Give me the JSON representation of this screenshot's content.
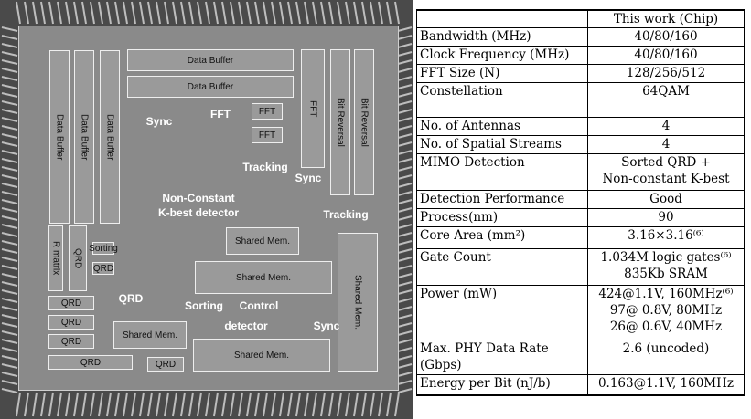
{
  "floorplan": {
    "blocks": {
      "data_buffer": "Data Buffer",
      "fft": "FFT",
      "bit_reversal": "Bit Reversal",
      "sync": "Sync",
      "tracking": "Tracking",
      "kbest": "Non-Constant\nK-best detector",
      "shared_mem": "Shared Mem.",
      "r_matrix": "R matrix",
      "qrd": "QRD",
      "sorting": "Sorting",
      "control": "Control",
      "detector": "detector"
    }
  },
  "table": {
    "header": "This work (Chip)",
    "rows": [
      {
        "label": "Bandwidth (MHz)",
        "value": "40/80/160"
      },
      {
        "label": "Clock Frequency (MHz)",
        "value": "40/80/160"
      },
      {
        "label": "FFT Size (N)",
        "value": "128/256/512"
      },
      {
        "label": "Constellation",
        "value": "64QAM"
      },
      {
        "label": "No. of Antennas",
        "value": "4"
      },
      {
        "label": "No. of Spatial Streams",
        "value": "4"
      },
      {
        "label": "MIMO Detection",
        "value": "Sorted QRD +\nNon-constant K-best"
      },
      {
        "label": "Detection Performance",
        "value": "Good"
      },
      {
        "label": "Process(nm)",
        "value": "90"
      },
      {
        "label": "Core Area (mm²)",
        "value": "3.16×3.16⁽⁶⁾"
      },
      {
        "label": "Gate Count",
        "value": "1.034M logic gates⁽⁶⁾\n835Kb SRAM"
      },
      {
        "label": "Power (mW)",
        "value": "424@1.1V, 160MHz⁽⁶⁾\n97@ 0.8V, 80MHz\n26@ 0.6V, 40MHz"
      },
      {
        "label": "Max. PHY Data Rate\n(Gbps)",
        "value": "2.6 (uncoded)"
      },
      {
        "label": "Energy per Bit (nJ/b)",
        "value": "0.163@1.1V, 160MHz"
      }
    ]
  }
}
